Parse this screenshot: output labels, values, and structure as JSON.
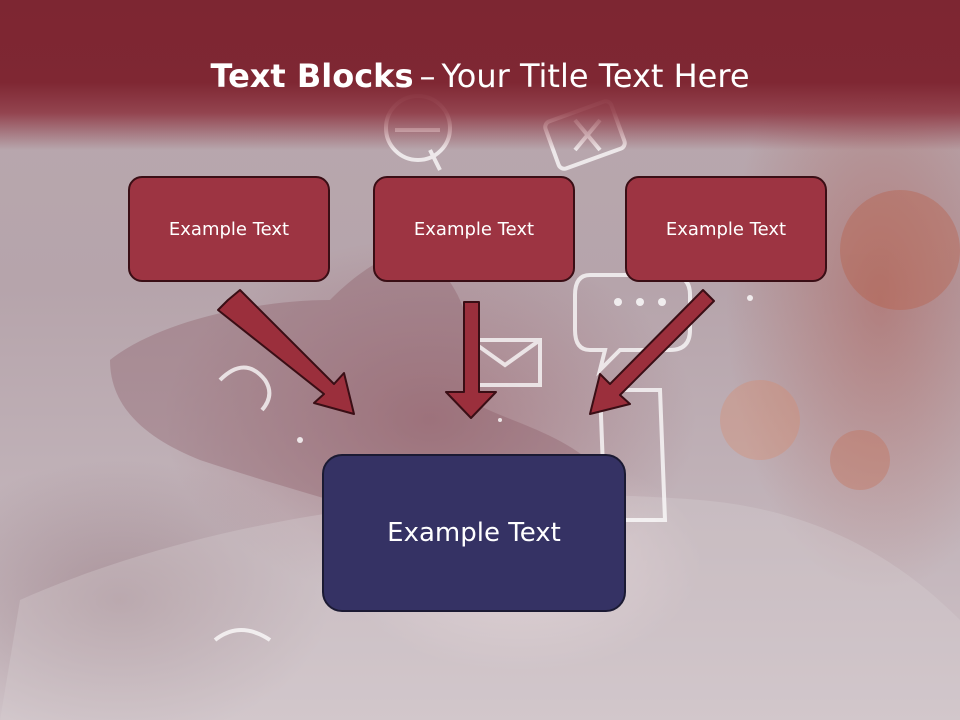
{
  "slide": {
    "title_bold": "Text Blocks",
    "title_dash": "–",
    "title_rest": "Your Title Text Here",
    "blocks": [
      {
        "label": "Example Text"
      },
      {
        "label": "Example Text"
      },
      {
        "label": "Example Text"
      }
    ],
    "target_block": {
      "label": "Example Text"
    }
  },
  "colors": {
    "title_band": "#7d2632",
    "top_block_fill": "#9d3442",
    "top_block_border": "#3a0e15",
    "target_block_fill": "#353264",
    "arrow_fill": "#9b2f3c"
  }
}
